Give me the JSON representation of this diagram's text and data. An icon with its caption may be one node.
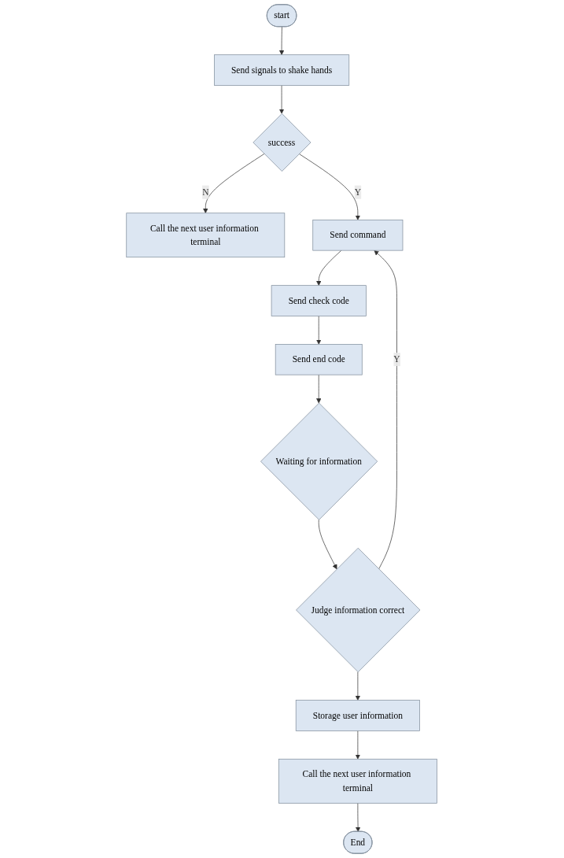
{
  "diagram": {
    "nodes": [
      {
        "text": [
          "start"
        ]
      },
      {
        "text": [
          "Send signals to shake hands"
        ]
      },
      {
        "text": [
          "success"
        ]
      },
      {
        "text": [
          "Call the next user information terminal"
        ]
      },
      {
        "text": [
          "Send command"
        ]
      },
      {
        "text": [
          "Send check code"
        ]
      },
      {
        "text": [
          "Send end code"
        ]
      },
      {
        "text": [
          "Waiting for information"
        ]
      },
      {
        "text": [
          "Judge information correct"
        ]
      },
      {
        "text": [
          "Storage user information"
        ]
      },
      {
        "text": [
          "Call the next user information terminal"
        ]
      },
      {
        "text": [
          "End"
        ]
      }
    ],
    "edges": [
      {
        "from": 0,
        "to": 1,
        "arrow": "to"
      },
      {
        "from": 1,
        "to": 2,
        "arrow": "to"
      },
      {
        "from": 2,
        "to": 3,
        "arrow": "to",
        "label": "N"
      },
      {
        "from": 2,
        "to": 4,
        "arrow": "to",
        "label": "Y"
      },
      {
        "from": 4,
        "to": 5,
        "arrow": "to"
      },
      {
        "from": 5,
        "to": 6,
        "arrow": "to"
      },
      {
        "from": 6,
        "to": 7,
        "arrow": "to"
      },
      {
        "from": 7,
        "to": 8,
        "arrow": "to"
      },
      {
        "from": 8,
        "to": 9,
        "arrow": "to"
      },
      {
        "from": 8,
        "to": 4,
        "arrow": "to",
        "label": "Y"
      },
      {
        "from": 9,
        "to": 10,
        "arrow": "to"
      },
      {
        "from": 10,
        "to": 11,
        "arrow": "to"
      }
    ]
  }
}
